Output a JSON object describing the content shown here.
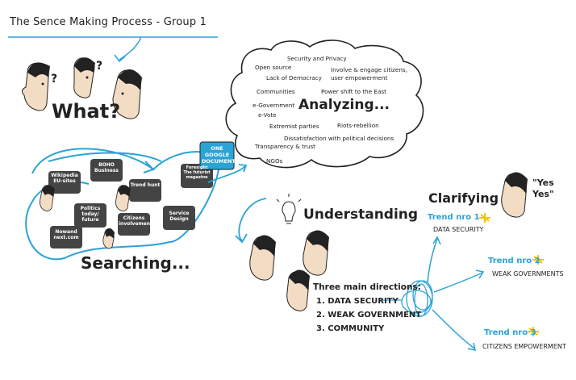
{
  "title": "The Sence Making Process -  Group 1",
  "sections": {
    "what": "What?",
    "searching": "Searching...",
    "analyzing": "Analyzing...",
    "understanding": "Understanding",
    "clarifying": "Clarifying",
    "yes": "\"Yes\nYes\""
  },
  "question_marks": [
    "?",
    "?"
  ],
  "google_doc": "ONE GOOGLE DOCUMENT",
  "sources": [
    "Wikipedia EU-sites",
    "BOHO Business",
    "Trend hunt",
    "Foresight The futurist magazine",
    "Politics today/ future",
    "Citizens involvement",
    "Service Design",
    "Nowand next.com"
  ],
  "analysis_items": [
    "Security and Privacy",
    "Open source",
    "Involve & engage citizens,",
    "user empowerment",
    "Lack of Democracy",
    "Communities",
    "Power shift to the East",
    "e-Government",
    "e-Vote",
    "Extremist parties",
    "Riots-rebellion",
    "Dissatisfaction with political decisions",
    "Transparency & trust",
    "NGOs"
  ],
  "directions": {
    "heading": "Three main directions:",
    "items": [
      "1. DATA SECURITY",
      "2. WEAK GOVERNMENT",
      "3. COMMUNITY"
    ]
  },
  "trends": [
    {
      "label": "Trend nro 1",
      "name": "DATA SECURITY"
    },
    {
      "label": "Trend nro 2",
      "name": "WEAK GOVERNMENTS"
    },
    {
      "label": "Trend nro 3",
      "name": "CITIZENS EMPOWERMENT"
    }
  ],
  "colors": {
    "accent": "#2aa3d6",
    "ink": "#222222",
    "skin": "#f3dcc4",
    "screen": "#444444",
    "doc": "#2aa3d6",
    "spark": "#f4c400"
  }
}
